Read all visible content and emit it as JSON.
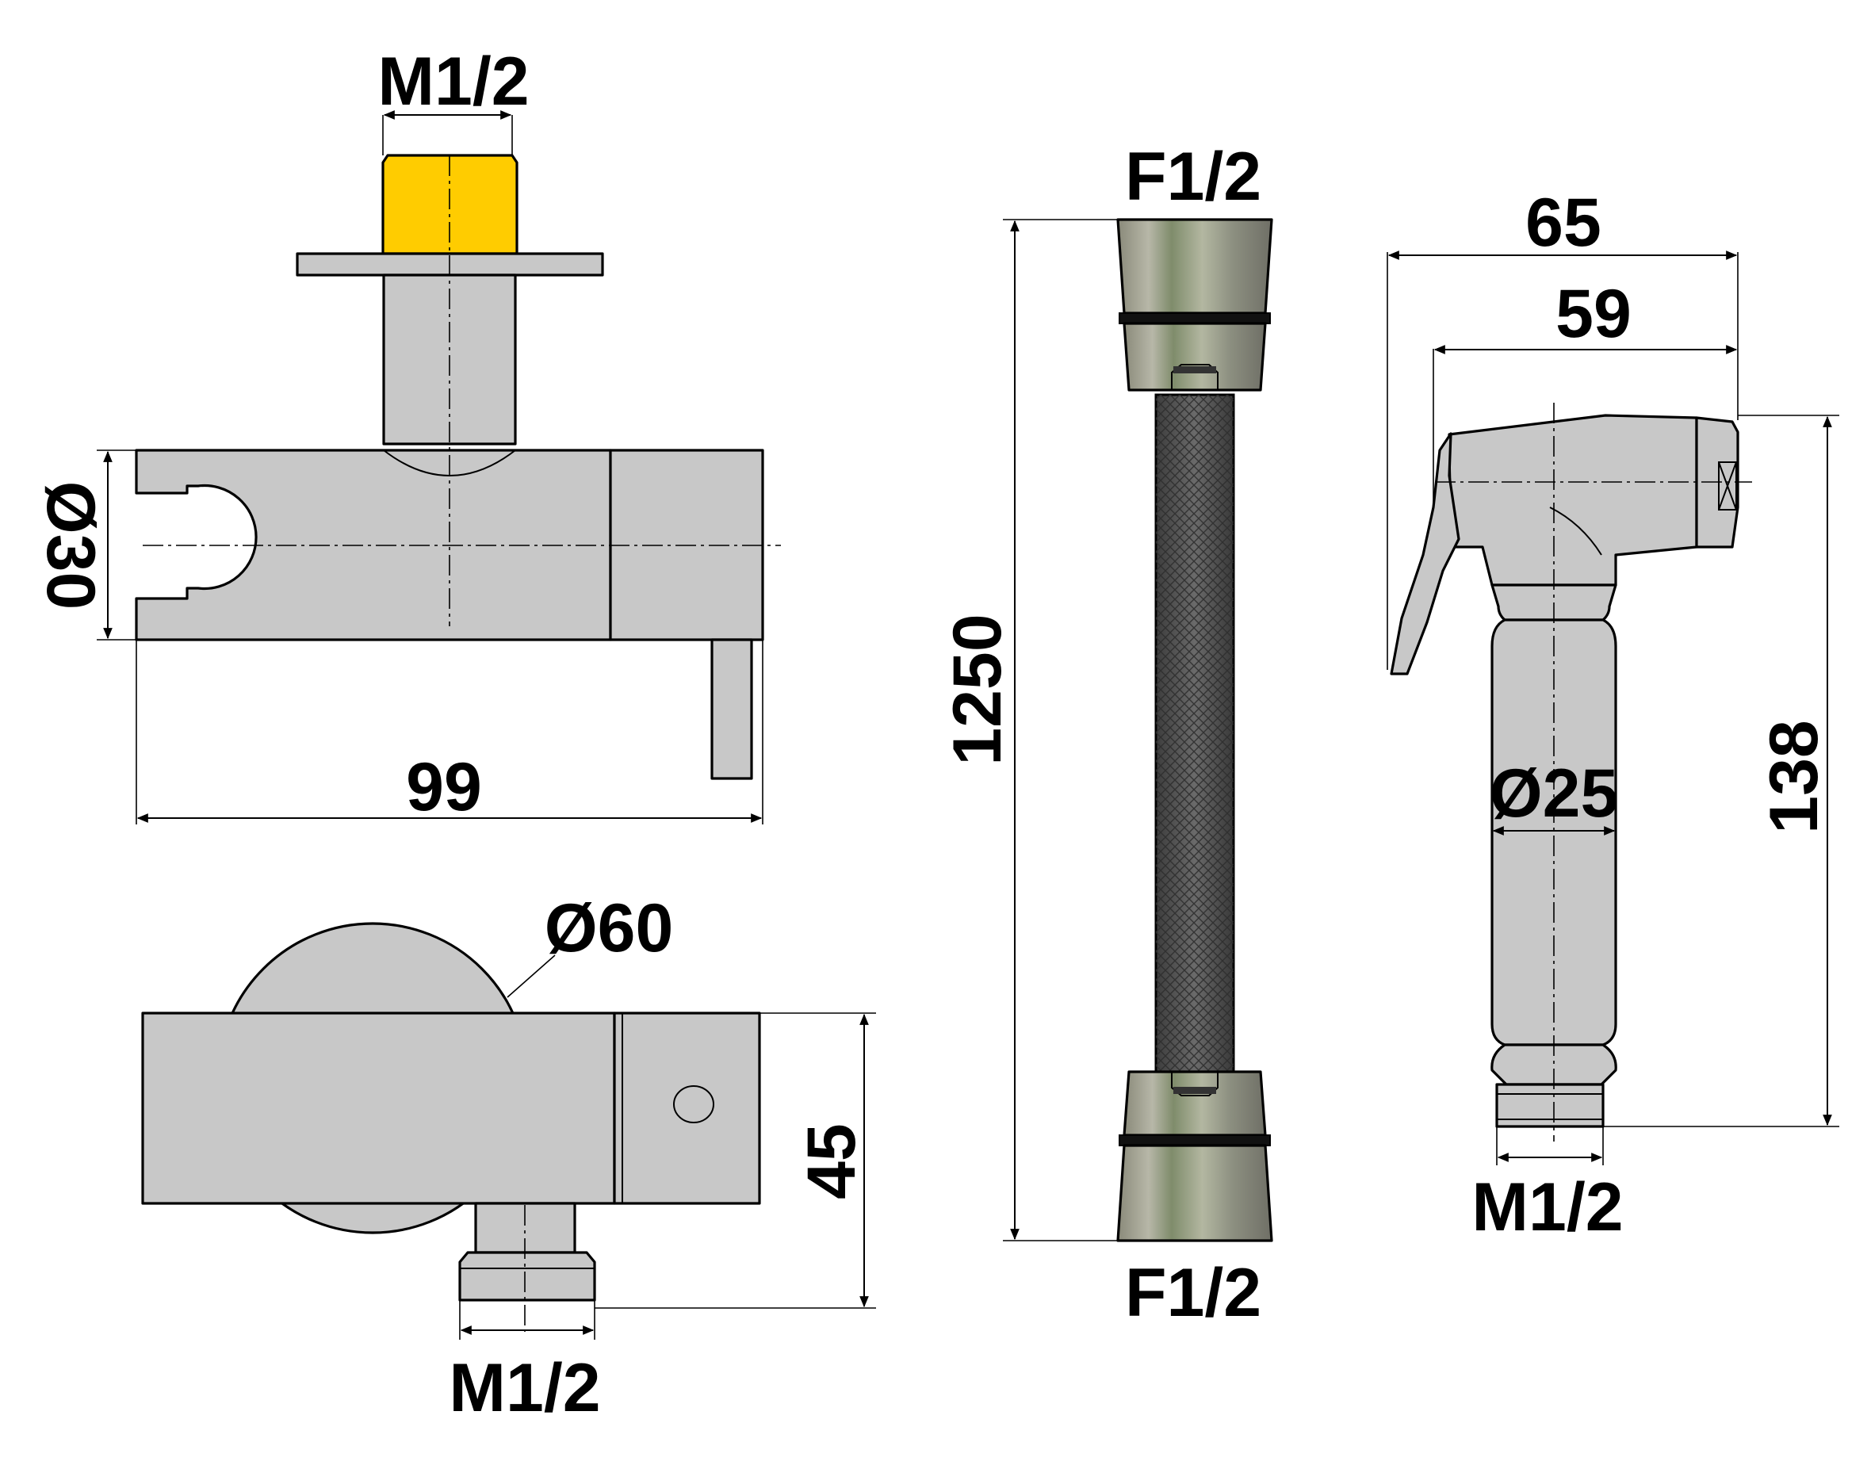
{
  "labels": {
    "holder_inlet_thread": "M1/2",
    "holder_diameter": "Ø30",
    "holder_length": "99",
    "flange_diameter": "Ø60",
    "holder_depth": "45",
    "holder_outlet_thread": "M1/2",
    "hose_top_thread": "F1/2",
    "hose_length": "1250",
    "hose_bottom_thread": "F1/2",
    "sprayer_total_width": "65",
    "sprayer_head_width": "59",
    "sprayer_height": "138",
    "sprayer_diameter": "Ø25",
    "sprayer_thread": "M1/2"
  },
  "colors": {
    "body": "#c8c8c8",
    "brass": "#ffcc00",
    "hose": "#5a5a5a",
    "line": "#000000"
  }
}
